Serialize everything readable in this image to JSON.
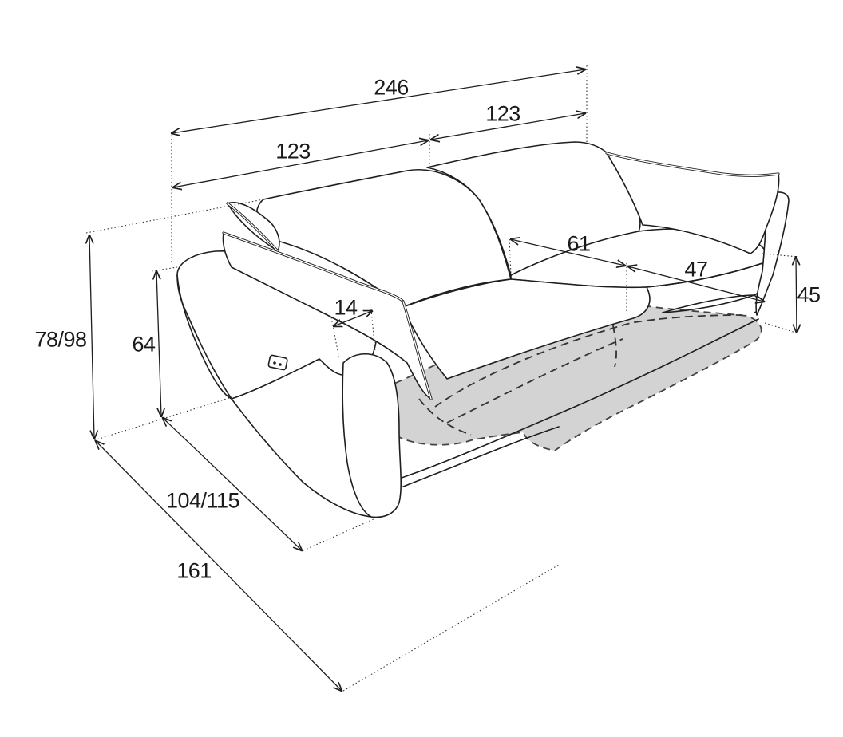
{
  "diagram": {
    "overall_width": "246",
    "seat_width_left": "123",
    "seat_width_right": "123",
    "height": "78/98",
    "arm_height": "64",
    "arm_width": "14",
    "seat_depth_inner": "61",
    "seat_depth": "47",
    "seat_height": "45",
    "depth": "104/115",
    "extended_depth": "161"
  },
  "colors": {
    "line": "#1e1e1e",
    "recline_fill": "#d3d3d3",
    "background": "#ffffff"
  }
}
